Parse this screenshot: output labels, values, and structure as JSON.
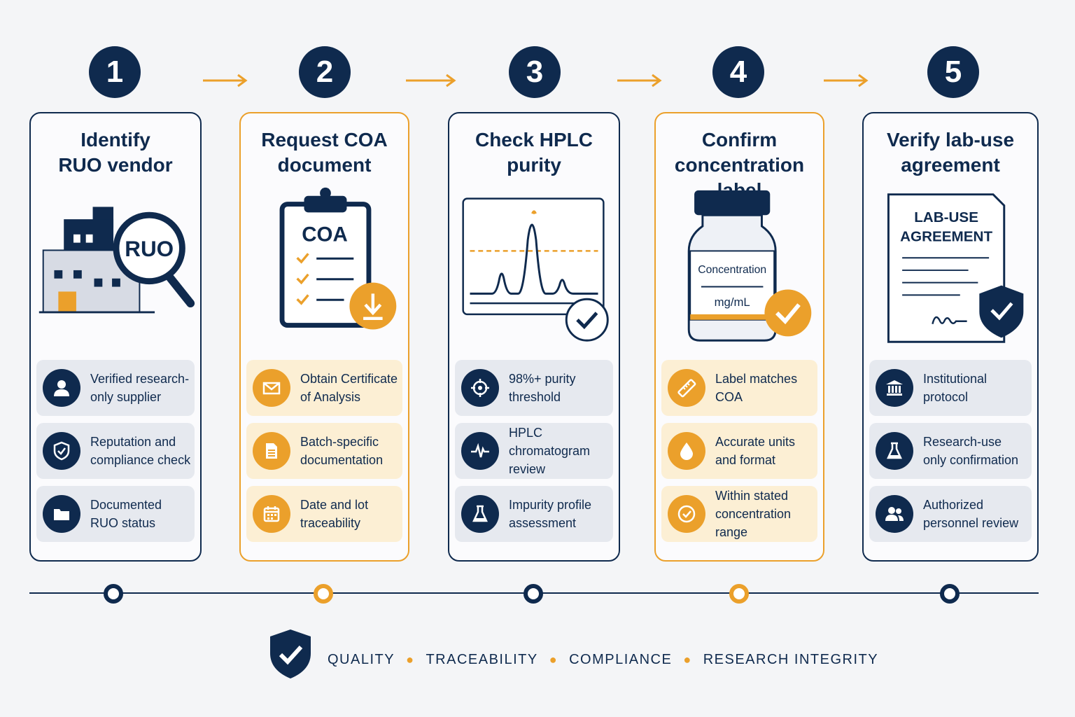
{
  "steps": [
    {
      "number": "1",
      "title_lines": [
        "Identify",
        "RUO vendor"
      ],
      "features": [
        {
          "icon": "user-icon",
          "lines": [
            "Verified research-",
            "only supplier"
          ]
        },
        {
          "icon": "shield-check-icon",
          "lines": [
            "Reputation and",
            "compliance check"
          ]
        },
        {
          "icon": "folder-icon",
          "lines": [
            "Documented",
            "RUO status"
          ]
        }
      ]
    },
    {
      "number": "2",
      "title_lines": [
        "Request COA",
        "document"
      ],
      "features": [
        {
          "icon": "envelope-icon",
          "lines": [
            "Obtain Certificate",
            "of Analysis"
          ]
        },
        {
          "icon": "document-icon",
          "lines": [
            "Batch-specific",
            "documentation"
          ]
        },
        {
          "icon": "calendar-icon",
          "lines": [
            "Date and lot",
            "traceability"
          ]
        }
      ]
    },
    {
      "number": "3",
      "title_lines": [
        "Check HPLC",
        "purity"
      ],
      "features": [
        {
          "icon": "target-icon",
          "lines": [
            "98%+ purity",
            "threshold"
          ]
        },
        {
          "icon": "pulse-icon",
          "lines": [
            "HPLC chromatogram",
            "review"
          ]
        },
        {
          "icon": "flask-icon",
          "lines": [
            "Impurity profile",
            "assessment"
          ]
        }
      ]
    },
    {
      "number": "4",
      "title_lines": [
        "Confirm",
        "concentration label"
      ],
      "features": [
        {
          "icon": "ruler-icon",
          "lines": [
            "Label matches",
            "COA"
          ]
        },
        {
          "icon": "droplet-icon",
          "lines": [
            "Accurate units",
            "and format"
          ]
        },
        {
          "icon": "check-circle-icon",
          "lines": [
            "Within stated",
            "concentration range"
          ]
        }
      ]
    },
    {
      "number": "5",
      "title_lines": [
        "Verify lab-use",
        "agreement"
      ],
      "features": [
        {
          "icon": "institution-icon",
          "lines": [
            "Institutional",
            "protocol"
          ]
        },
        {
          "icon": "flask-icon",
          "lines": [
            "Research-use",
            "only confirmation"
          ]
        },
        {
          "icon": "people-icon",
          "lines": [
            "Authorized",
            "personnel review"
          ]
        }
      ]
    }
  ],
  "illustrations": {
    "ruo_badge": "RUO",
    "coa_label": "COA",
    "vial_label": "Concentration",
    "vial_unit": "mg/mL",
    "agreement_lines": [
      "LAB-USE",
      "AGREEMENT"
    ]
  },
  "footer": {
    "values": [
      "QUALITY",
      "TRACEABILITY",
      "COMPLIANCE",
      "RESEARCH INTEGRITY"
    ]
  },
  "colors": {
    "navy": "#0f2a4e",
    "orange": "#eba02b",
    "background": "#f4f5f7"
  }
}
